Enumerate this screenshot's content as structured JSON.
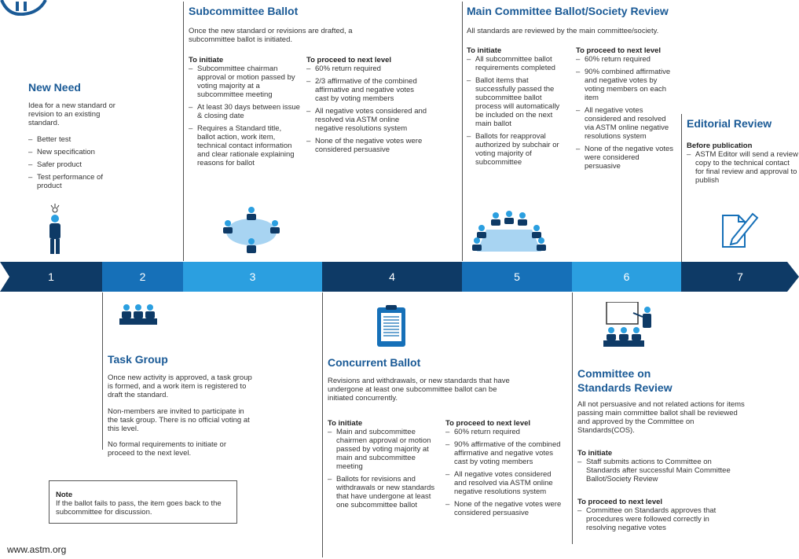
{
  "colors": {
    "dark": "#0e3a66",
    "mid": "#1670b8",
    "light": "#2b9fe0",
    "title": "#1a5a96"
  },
  "logo_alt": "ASTM logo",
  "footer": "www.astm.org",
  "timeline": [
    "1",
    "2",
    "3",
    "4",
    "5",
    "6",
    "7"
  ],
  "new_need": {
    "title": "New Need",
    "intro": "Idea for a new standard or revision to an existing standard.",
    "items": [
      "Better test",
      "New specification",
      "Safer product",
      "Test performance of product"
    ]
  },
  "task_group": {
    "title": "Task Group",
    "p1": "Once new activity is approved, a task group is formed, and a work item is registered to draft the standard.",
    "p2": "Non-members are invited to participate in the task group. There is no official voting at this level.",
    "p3": "No formal requirements to initiate or proceed to the next level."
  },
  "note": {
    "label": "Note",
    "text": "If the ballot fails to pass, the item goes back to the subcommittee for discussion."
  },
  "subcommittee": {
    "title": "Subcommittee Ballot",
    "intro": "Once the new standard or revisions are drafted, a subcommittee ballot is initiated.",
    "initiate_label": "To initiate",
    "initiate": [
      "Subcommittee chairman approval or motion passed by voting majority at a subcommittee meeting",
      "At least 30 days between issue & closing date",
      "Requires a Standard title, ballot action, work item, technical contact information and clear rationale explaining reasons for ballot"
    ],
    "proceed_label": "To proceed to next level",
    "proceed": [
      "60% return required",
      "2/3 affirmative of the combined affirmative and negative votes cast by voting members",
      "All negative votes considered and resolved via ASTM online negative resolutions system",
      "None of the negative votes were considered persuasive"
    ]
  },
  "concurrent": {
    "title": "Concurrent Ballot",
    "intro": "Revisions and withdrawals, or new standards that have undergone at least one subcommittee ballot can be initiated concurrently.",
    "initiate_label": "To initiate",
    "initiate": [
      "Main and subcommittee chairmen approval or motion passed by voting majority at main and subcommittee meeting",
      "Ballots for revisions and withdrawals or new standards that have undergone at least one subcommittee ballot"
    ],
    "proceed_label": "To proceed to next level",
    "proceed": [
      "60% return required",
      "90% affirmative of the combined affirmative and negative votes cast by voting members",
      "All negative votes considered and resolved via ASTM online negative resolutions system",
      "None of the negative votes were considered persuasive"
    ]
  },
  "main_committee": {
    "title": "Main Committee Ballot/Society Review",
    "intro": "All standards are reviewed by the main committee/society.",
    "initiate_label": "To initiate",
    "initiate": [
      "All subcommittee ballot requirements completed",
      "Ballot items that successfully passed the subcommittee ballot process will automatically be included on the next main ballot",
      "Ballots for reapproval authorized by subchair or voting majority of subcommittee"
    ],
    "proceed_label": "To proceed to next level",
    "proceed": [
      "60% return required",
      "90% combined affirmative and negative votes by voting members on each item",
      "All negative votes considered and resolved via ASTM online negative resolutions system",
      "None of the negative votes were considered persuasive"
    ]
  },
  "cos": {
    "title_line1": "Committee on",
    "title_line2": "Standards Review",
    "intro": "All not persuasive and not related actions for items passing main committee ballot shall be reviewed and approved by the Committee on Standards(COS).",
    "initiate_label": "To initiate",
    "initiate": [
      "Staff submits actions to Committee on Standards after successful Main Committee Ballot/Society Review"
    ],
    "proceed_label": "To proceed to next level",
    "proceed": [
      "Committee on Standards approves that procedures were followed correctly in resolving negative votes"
    ]
  },
  "editorial": {
    "title": "Editorial Review",
    "before_label": "Before publication",
    "items": [
      "ASTM Editor will send a review copy to the technical contact for final review and approval to publish"
    ]
  }
}
